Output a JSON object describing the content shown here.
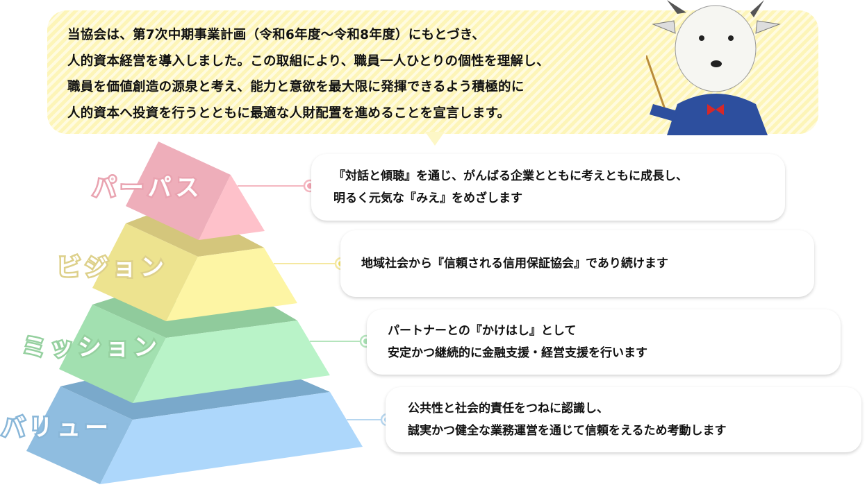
{
  "intro": {
    "lines": [
      "当協会は、第7次中期事業計画（令和6年度～令和8年度）にもとづき、",
      "人的資本経営を導入しました。この取組により、職員一人ひとりの個性を理解し、",
      "職員を価値創造の源泉と考え、能力と意欲を最大限に発揮できるよう積極的に",
      "人的資本へ投資を行うとともに最適な人財配置を進めることを宣言します。"
    ]
  },
  "tiers": [
    {
      "label": "パーパス",
      "color": "#f4a6b4",
      "lines": [
        "『対話と傾聴』を通じ、がんばる企業とともに考えともに成長し、",
        "明るく元気な『みえ』をめざします"
      ]
    },
    {
      "label": "ビジョン",
      "color": "#eedc8a",
      "lines": [
        "地域社会から『信頼される信用保証協会』であり続けます"
      ]
    },
    {
      "label": "ミッション",
      "color": "#a2dca8",
      "lines": [
        "パートナーとの『かけはし』として",
        "安定かつ継続的に金融支援・経営支援を行います"
      ]
    },
    {
      "label": "バリュー",
      "color": "#8fbde0",
      "lines": [
        "公共性と社会的責任をつねに認識し、",
        "誠実かつ健全な業務運営を通じて信頼をえるため考動します"
      ]
    }
  ]
}
